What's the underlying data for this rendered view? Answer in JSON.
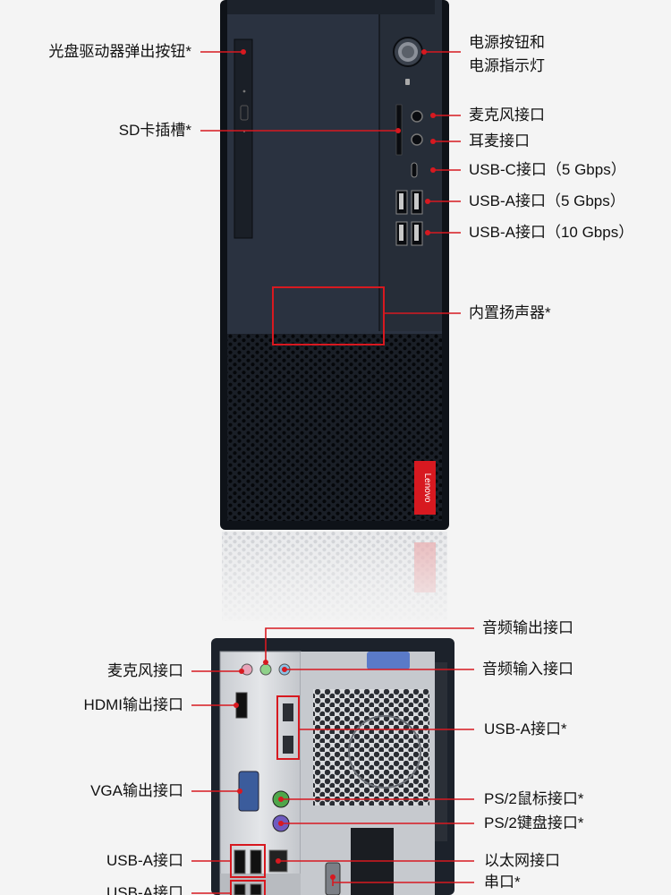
{
  "brand": {
    "logo_text": "Lenovo",
    "accent": "#d71920",
    "case_color": "#1d2531"
  },
  "front_panel": {
    "labels": {
      "optical_eject": "光盘驱动器弹出按钮*",
      "sd_slot": "SD卡插槽*",
      "power_line1": "电源按钮和",
      "power_line2": "电源指示灯",
      "mic": "麦克风接口",
      "headset": "耳麦接口",
      "usb_c": "USB-C接口（5 Gbps）",
      "usb_a_5": "USB-A接口（5 Gbps）",
      "usb_a_10": "USB-A接口（10 Gbps）",
      "speaker": "内置扬声器*"
    }
  },
  "rear_panel": {
    "labels": {
      "audio_out": "音频输出接口",
      "audio_in": "音频输入接口",
      "mic": "麦克风接口",
      "hdmi": "HDMI输出接口",
      "usb_a_star": "USB-A接口*",
      "vga": "VGA输出接口",
      "ps2_mouse": "PS/2鼠标接口*",
      "ps2_keyboard": "PS/2键盘接口*",
      "usb_a": "USB-A接口",
      "ethernet": "以太网接口",
      "usb_a_bottom": "USB-A接口",
      "serial": "串口*"
    }
  }
}
